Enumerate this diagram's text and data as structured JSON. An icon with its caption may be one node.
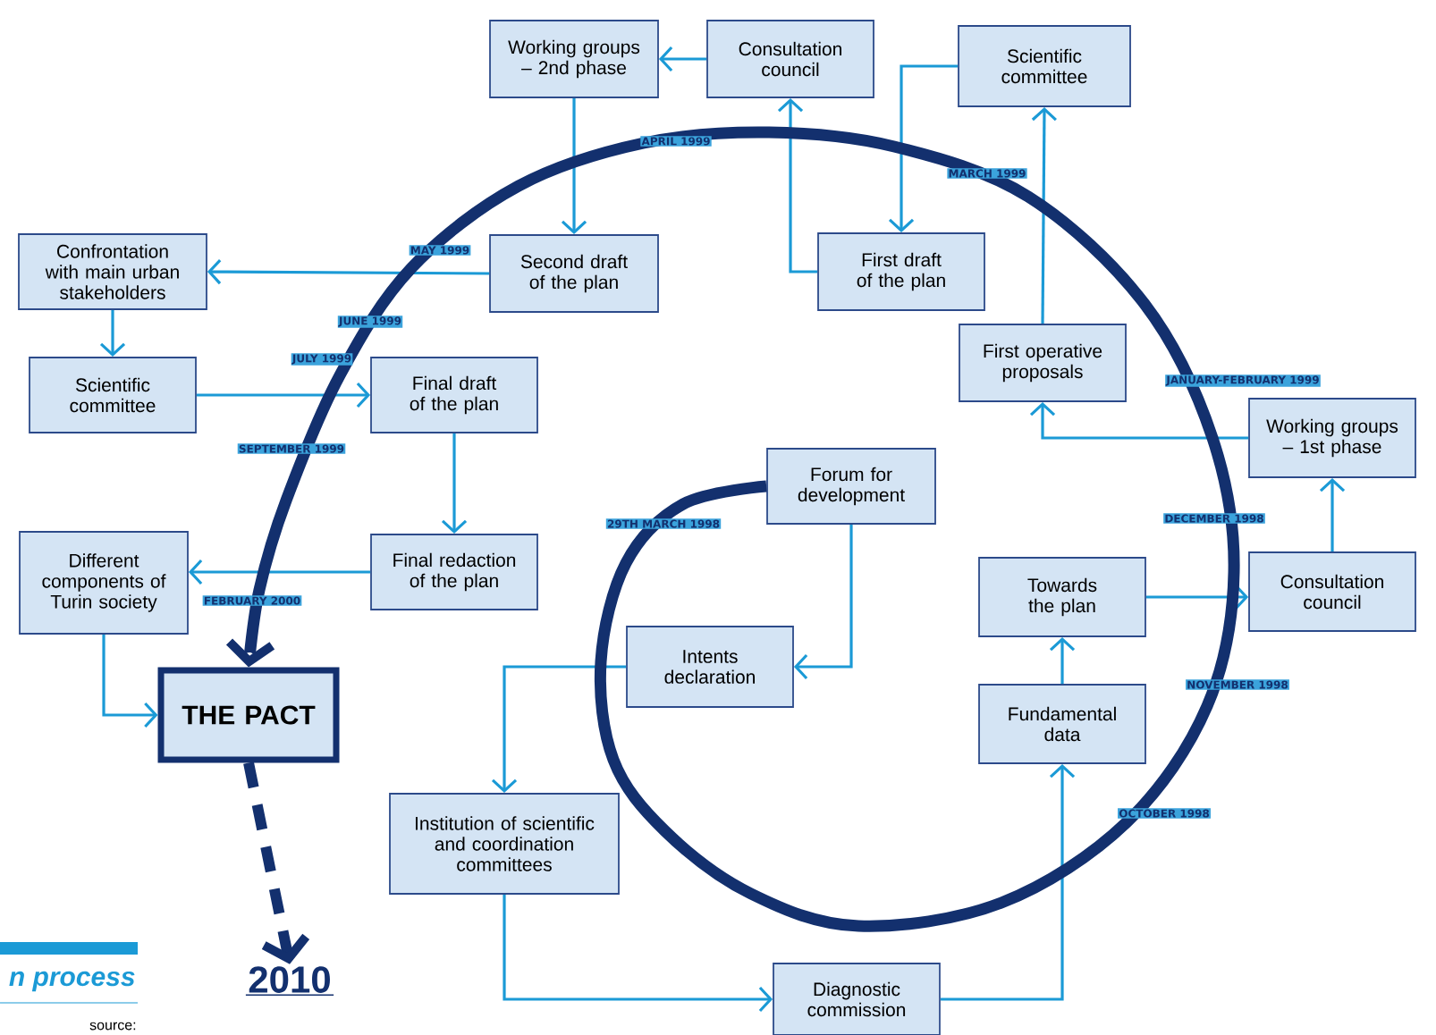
{
  "diagram": {
    "nodes": [
      {
        "text": [
          "Working groups – 2nd phase"
        ]
      },
      {
        "text": [
          "Consultation council"
        ]
      },
      {
        "text": [
          "Scientific committee"
        ]
      },
      {
        "text": [
          "Second draft of the plan"
        ]
      },
      {
        "text": [
          "Confrontation with main urban stakeholders"
        ]
      },
      {
        "text": [
          "First draft of the plan"
        ]
      },
      {
        "text": [
          "Scientific committee"
        ]
      },
      {
        "text": [
          "Final draft of the plan"
        ]
      },
      {
        "text": [
          "First operative proposals"
        ]
      },
      {
        "text": [
          "Working groups – 1st phase"
        ]
      },
      {
        "text": [
          "Different components of Turin society"
        ]
      },
      {
        "text": [
          "Final redaction of the plan"
        ]
      },
      {
        "text": [
          "Forum for development"
        ]
      },
      {
        "text": [
          "Towards the plan"
        ]
      },
      {
        "text": [
          "Consultation council"
        ]
      },
      {
        "text": [
          "Intents declaration"
        ]
      },
      {
        "text": [
          "THE PACT"
        ]
      },
      {
        "text": [
          "Fundamental data"
        ]
      },
      {
        "text": [
          "Institution of scientific and coordination committees"
        ]
      },
      {
        "text": [
          "Diagnostic commission"
        ]
      },
      {
        "text": [
          "2010"
        ]
      }
    ],
    "edges": [
      {
        "from": 1,
        "to": 0,
        "arrow": "to"
      },
      {
        "from": 0,
        "to": 3,
        "arrow": "to"
      },
      {
        "from": 3,
        "to": 4,
        "arrow": "to"
      },
      {
        "from": 4,
        "to": 6,
        "arrow": "to"
      },
      {
        "from": 6,
        "to": 7,
        "arrow": "to"
      },
      {
        "from": 7,
        "to": 11,
        "arrow": "to"
      },
      {
        "from": 11,
        "to": 10,
        "arrow": "to"
      },
      {
        "from": 10,
        "to": 16,
        "arrow": "to"
      },
      {
        "from": 5,
        "to": 1,
        "arrow": "to"
      },
      {
        "from": 2,
        "to": 5,
        "arrow": "to"
      },
      {
        "from": 8,
        "to": 2,
        "arrow": "to"
      },
      {
        "from": 9,
        "to": 8,
        "arrow": "to"
      },
      {
        "from": 14,
        "to": 9,
        "arrow": "to"
      },
      {
        "from": 13,
        "to": 14,
        "arrow": "to"
      },
      {
        "from": 17,
        "to": 13,
        "arrow": "to"
      },
      {
        "from": 19,
        "to": 17,
        "arrow": "to"
      },
      {
        "from": 18,
        "to": 19,
        "arrow": "to"
      },
      {
        "from": 15,
        "to": 18,
        "arrow": "to"
      },
      {
        "from": 12,
        "to": 15,
        "arrow": "to"
      },
      {
        "from": 16,
        "to": 20,
        "arrow": "to",
        "style": "dashed",
        "color": "#13306e"
      },
      {
        "from": 12,
        "to": 16,
        "arrow": "to",
        "style": "thick",
        "color": "#13306e"
      }
    ],
    "labels": [
      "APRIL 1999",
      "MARCH 1999",
      "MAY 1999",
      "JUNE 1999",
      "JULY 1999",
      "JANUARY-FEBRUARY 1999",
      "SEPTEMBER 1999",
      "DECEMBER 1998",
      "29TH MARCH 1998",
      "FEBRUARY 2000",
      "NOVEMBER 1998",
      "OCTOBER 1998",
      "n process",
      "source:"
    ]
  }
}
